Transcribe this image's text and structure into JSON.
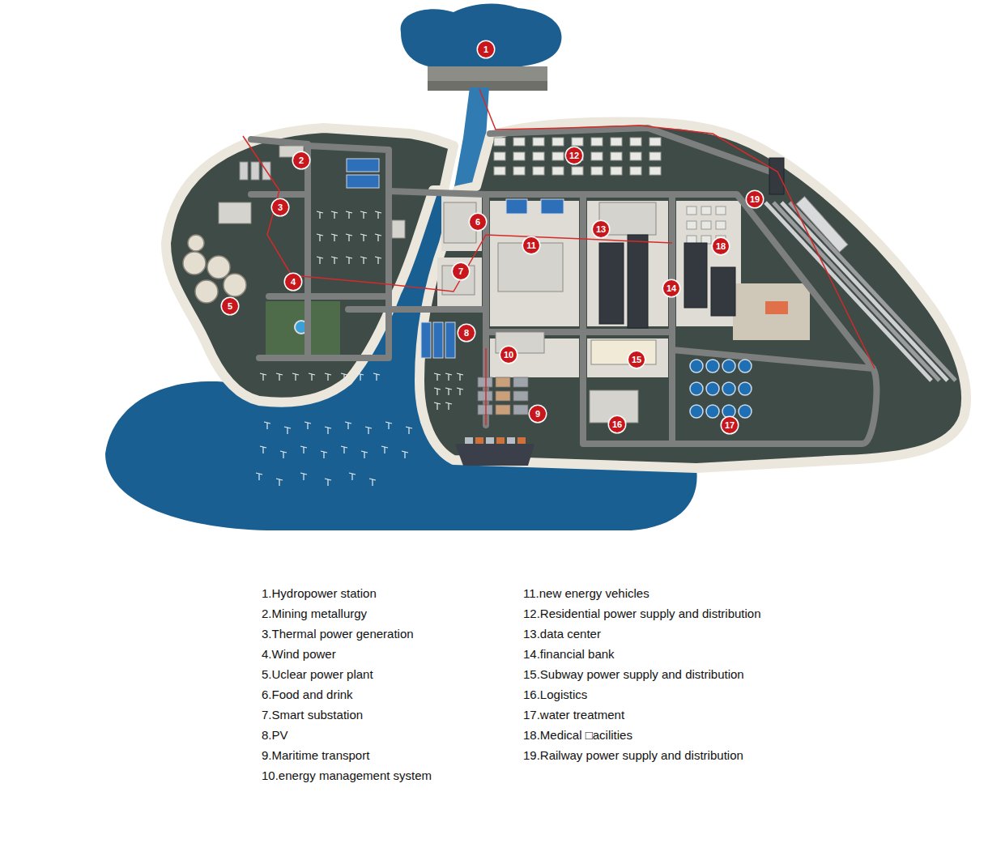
{
  "diagram": {
    "labels": [
      "1",
      "2",
      "3",
      "4",
      "5",
      "6",
      "7",
      "8",
      "9",
      "10",
      "11",
      "12",
      "13",
      "14",
      "15",
      "16",
      "17",
      "18",
      "19",
      "1.Hydropower station",
      "2.Mining metallurgy",
      "3.Thermal power generation",
      "4.Wind power",
      "5.Uclear power plant",
      "6.Food and drink",
      "7.Smart substation",
      "8.PV",
      "9.Maritime transport",
      "10.energy management system",
      "11.new energy vehicles",
      "12.Residential power supply and distribution",
      "13.data center",
      "14.financial bank",
      "15.Subway power supply and distribution",
      "16.Logistics",
      "17.water treatment",
      "18.Medical □acilities",
      "19.Railway power supply and distribution"
    ]
  }
}
